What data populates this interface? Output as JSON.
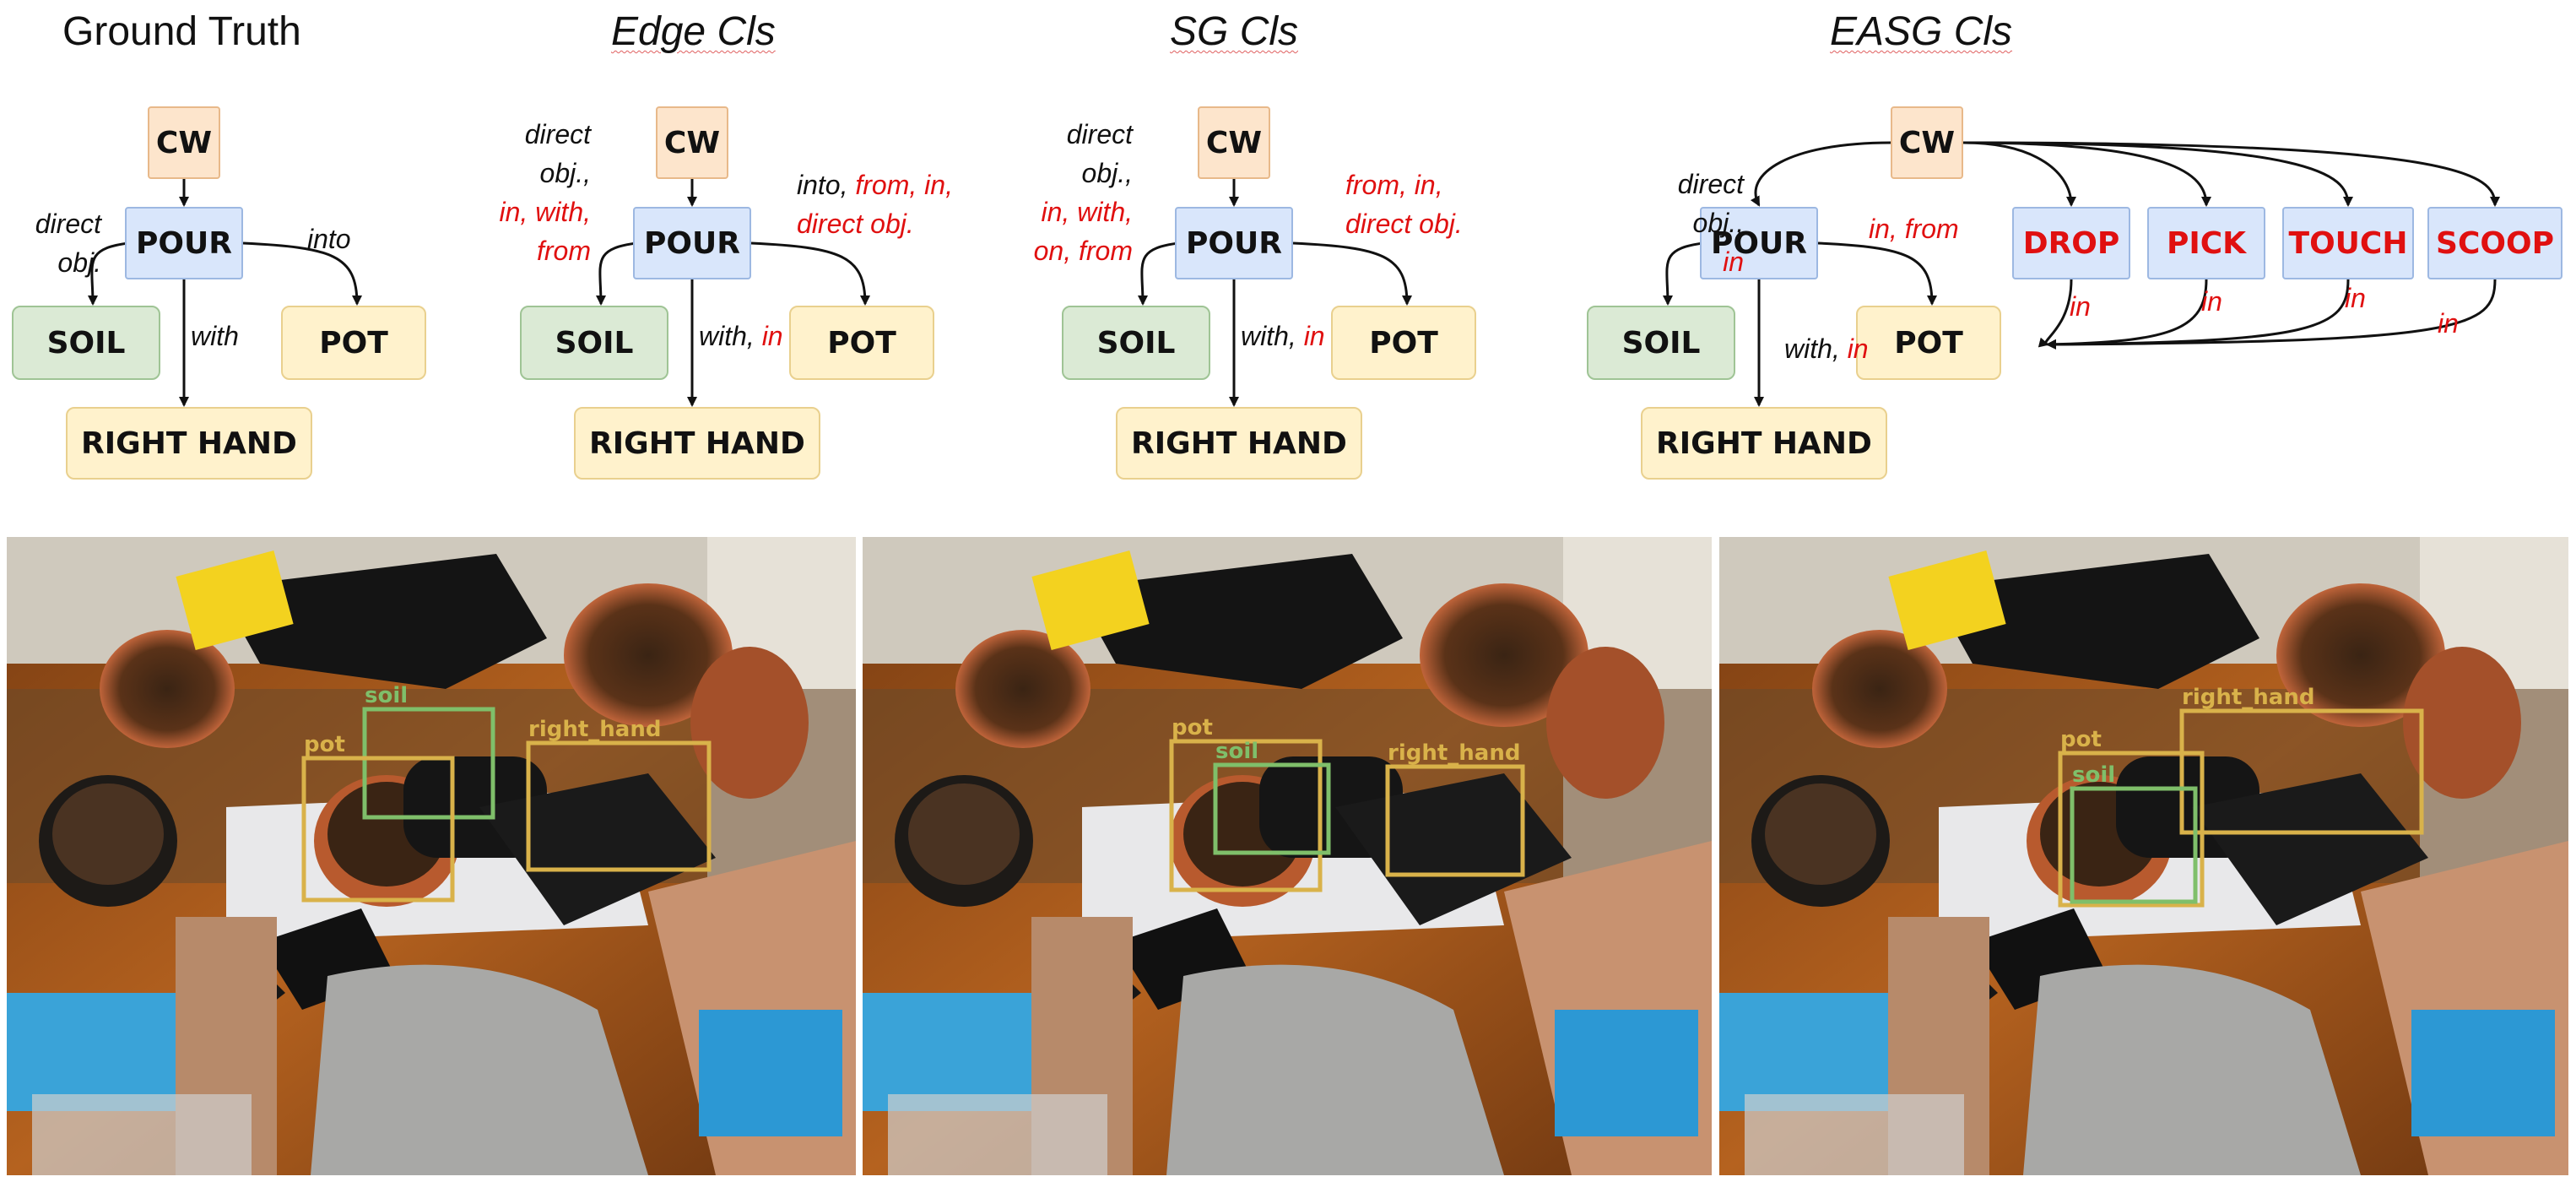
{
  "panels": [
    {
      "title": "Ground Truth",
      "title_italic": false,
      "nodes": {
        "cw": "CW",
        "pour": "POUR",
        "soil": "SOIL",
        "pot": "POT",
        "hand": "RIGHT HAND"
      },
      "edge_labels": {
        "soil": [
          [
            "direct",
            "k"
          ],
          [
            "obj.",
            "k"
          ]
        ],
        "pot": [
          [
            "into",
            "k"
          ]
        ],
        "hand": [
          [
            "with",
            "k"
          ]
        ]
      }
    },
    {
      "title": "Edge Cls",
      "title_italic": true,
      "nodes": {
        "cw": "CW",
        "pour": "POUR",
        "soil": "SOIL",
        "pot": "POT",
        "hand": "RIGHT HAND"
      },
      "edge_labels": {
        "soil": [
          [
            "direct",
            "k"
          ],
          [
            "obj.,",
            "k"
          ],
          [
            "in, with,",
            "r"
          ],
          [
            "from",
            "r"
          ]
        ],
        "pot": [
          [
            "into, ",
            "k",
            "from, in,",
            "r"
          ],
          [
            "direct obj.",
            "r"
          ]
        ],
        "hand": [
          [
            "with, ",
            "k",
            "in",
            "r"
          ]
        ]
      }
    },
    {
      "title": "SG Cls",
      "title_italic": true,
      "nodes": {
        "cw": "CW",
        "pour": "POUR",
        "soil": "SOIL",
        "pot": "POT",
        "hand": "RIGHT HAND"
      },
      "edge_labels": {
        "soil": [
          [
            "direct",
            "k"
          ],
          [
            "obj.,",
            "k"
          ],
          [
            "in, with,",
            "r"
          ],
          [
            "on, from",
            "r"
          ]
        ],
        "pot": [
          [
            "from, in,",
            "r"
          ],
          [
            "direct obj.",
            "r"
          ]
        ],
        "hand": [
          [
            "with, ",
            "k",
            "in",
            "r"
          ]
        ]
      }
    },
    {
      "title": "EASG Cls",
      "title_italic": true,
      "nodes": {
        "cw": "CW",
        "pour": "POUR",
        "soil": "SOIL",
        "pot": "POT",
        "hand": "RIGHT HAND",
        "extra": [
          "DROP",
          "PICK",
          "TOUCH",
          "SCOOP"
        ]
      },
      "edge_labels": {
        "soil": [
          [
            "direct",
            "k"
          ],
          [
            "obj.,",
            "k"
          ],
          [
            "in",
            "r"
          ]
        ],
        "pot": [
          [
            "in, from",
            "r"
          ]
        ],
        "hand": [
          [
            "with, ",
            "k",
            "in",
            "r"
          ]
        ],
        "extra": [
          "in",
          "in",
          "in",
          "in"
        ]
      }
    }
  ],
  "frames": [
    {
      "boxes": [
        {
          "label": "soil",
          "color": "#7fbf6a"
        },
        {
          "label": "pot",
          "color": "#d9b24a"
        },
        {
          "label": "right_hand",
          "color": "#d9b24a"
        }
      ]
    },
    {
      "boxes": [
        {
          "label": "pot",
          "color": "#d9b24a"
        },
        {
          "label": "soil",
          "color": "#7fbf6a"
        },
        {
          "label": "right_hand",
          "color": "#d9b24a"
        }
      ]
    },
    {
      "boxes": [
        {
          "label": "right_hand",
          "color": "#d9b24a"
        },
        {
          "label": "pot",
          "color": "#d9b24a"
        },
        {
          "label": "soil",
          "color": "#7fbf6a"
        }
      ]
    }
  ],
  "colors": {
    "edge_red": "#e01010",
    "cw_fill": "#fde5cc",
    "pour_fill": "#d9e6fb",
    "soil_fill": "#dbead5",
    "obj_fill": "#fff2cc"
  }
}
